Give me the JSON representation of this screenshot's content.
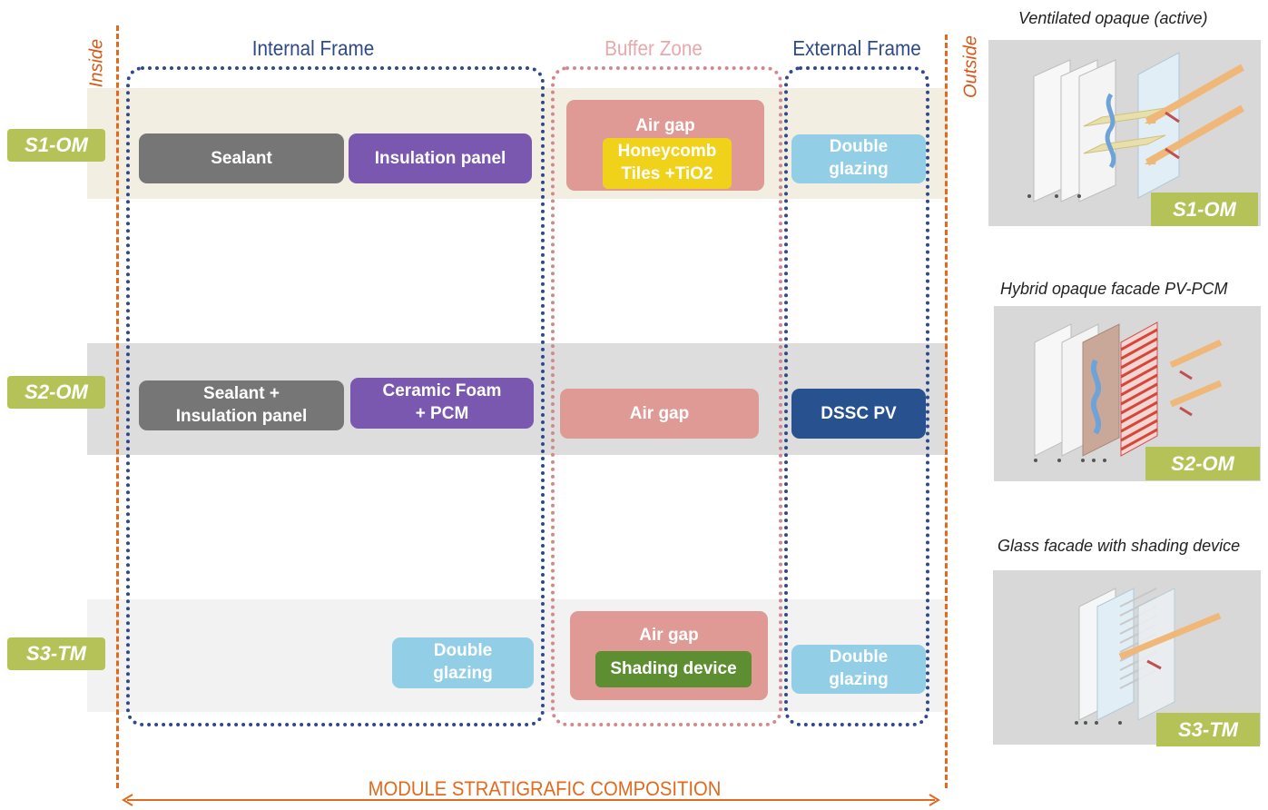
{
  "zones": {
    "internal": "Internal Frame",
    "buffer": "Buffer Zone",
    "external": "External Frame"
  },
  "sides": {
    "inside": "Inside",
    "outside": "Outside"
  },
  "rows": [
    {
      "tag": "S1-OM",
      "internal": [
        "Sealant",
        "Insulation panel"
      ],
      "buffer": {
        "label": "Air gap",
        "insert": "Honeycomb\nTiles +TiO2"
      },
      "external": "Double\nglazing"
    },
    {
      "tag": "S2-OM",
      "internal": [
        "Sealant +\nInsulation panel",
        "Ceramic Foam\n+ PCM"
      ],
      "buffer": {
        "label": "Air gap"
      },
      "external": "DSSC PV"
    },
    {
      "tag": "S3-TM",
      "internal": [
        "Double\nglazing"
      ],
      "buffer": {
        "label": "Air gap",
        "insert": "Shading device"
      },
      "external": "Double\nglazing"
    }
  ],
  "bottom_title": "MODULE STRATIGRAFIC COMPOSITION",
  "panels": [
    {
      "title": "Ventilated opaque (active)",
      "tag": "S1-OM"
    },
    {
      "title": "Hybrid opaque facade PV-PCM",
      "tag": "S2-OM"
    },
    {
      "title": "Glass facade with shading device",
      "tag": "S3-TM"
    }
  ],
  "colors": {
    "internal_frame": "#2e4a8a",
    "buffer_frame": "#d08a8e",
    "axis_orange": "#e06b1e",
    "tag_green": "#b5c257",
    "sealant_grey": "#767676",
    "purple": "#7a58b0",
    "air_gap_pink": "#e09a96",
    "glazing_blue": "#92cfe6",
    "dssc_navy": "#27528f",
    "honeycomb_yellow": "#f0d21a",
    "shading_green": "#5d8e32"
  }
}
